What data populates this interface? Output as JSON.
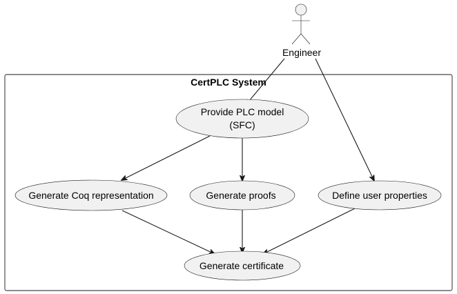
{
  "actor": {
    "name": "Engineer"
  },
  "system": {
    "title": "CertPLC System"
  },
  "use_cases": {
    "provide_model": [
      "Provide PLC model",
      "(SFC)"
    ],
    "generate_coq": "Generate Coq representation",
    "generate_proofs": "Generate proofs",
    "define_properties": "Define user properties",
    "generate_certificate": "Generate certificate"
  },
  "colors": {
    "use_case_fill": "#f1f1f1",
    "stroke": "#181818",
    "background": "#ffffff"
  },
  "relations": [
    {
      "from": "actor",
      "to": "provide_model"
    },
    {
      "from": "actor",
      "to": "define_properties"
    },
    {
      "from": "provide_model",
      "to": "generate_coq"
    },
    {
      "from": "provide_model",
      "to": "generate_proofs"
    },
    {
      "from": "generate_coq",
      "to": "generate_certificate"
    },
    {
      "from": "generate_proofs",
      "to": "generate_certificate"
    },
    {
      "from": "define_properties",
      "to": "generate_certificate"
    }
  ]
}
